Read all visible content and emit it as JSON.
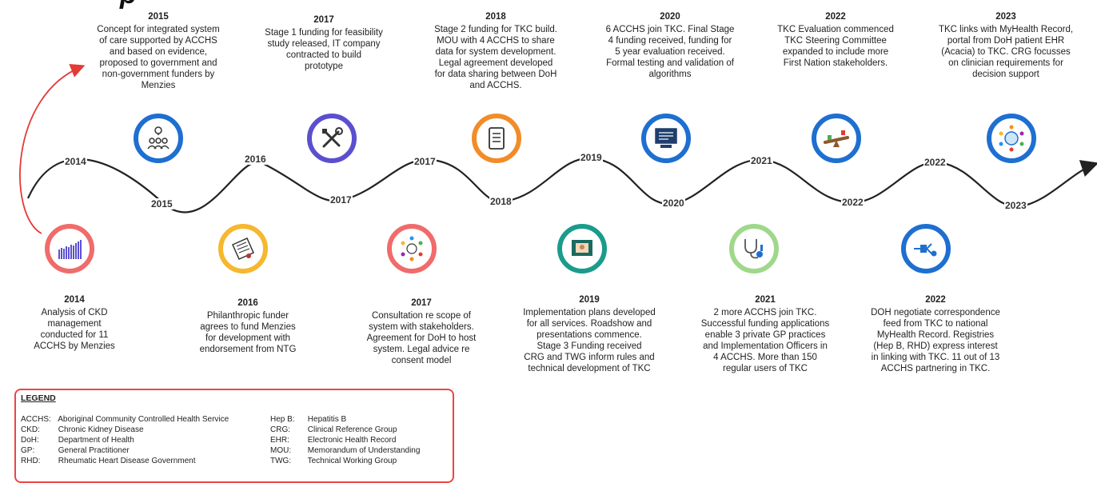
{
  "header_fragment": "p",
  "colors": {
    "wave": "#222222",
    "arrow_red": "#e53935",
    "legend_border": "#e44444"
  },
  "top_events": [
    {
      "year": "2015",
      "text": "Concept for integrated system\nof care supported by ACCHS\nand based on evidence,\nproposed to government and\nnon-government funders by\nMenzies",
      "color": "#1e6fd0",
      "icon": "people-idea-icon"
    },
    {
      "year": "2017",
      "text": "Stage 1 funding for feasibility\nstudy released, IT company\ncontracted to build\nprototype",
      "color": "#5b4fcf",
      "icon": "tools-icon"
    },
    {
      "year": "2018",
      "text": "Stage 2 funding for TKC build.\nMOU with 4 ACCHS to share\ndata for system development.\nLegal agreement developed\nfor data sharing between DoH\nand ACCHS.",
      "color": "#f28c28",
      "icon": "document-checklist-icon"
    },
    {
      "year": "2020",
      "text": "6 ACCHS join TKC.  Final Stage\n4 funding received, funding for\n5 year evaluation received.\nFormal testing and validation of\nalgorithms",
      "color": "#1e6fd0",
      "icon": "computer-screen-icon"
    },
    {
      "year": "2022",
      "text": "TKC Evaluation commenced\nTKC Steering Committee\nexpanded to include more\nFirst Nation stakeholders.",
      "color": "#1e6fd0",
      "icon": "balance-scale-icon"
    },
    {
      "year": "2023",
      "text": "TKC links with MyHealth Record,\nportal from DoH patient EHR\n(Acacia) to TKC. CRG focusses\non clinician requirements for\ndecision support",
      "color": "#1e6fd0",
      "icon": "network-globe-icon"
    }
  ],
  "bottom_events": [
    {
      "year": "2014",
      "text": "Analysis of CKD\nmanagement\nconducted for 11\nACCHS by Menzies",
      "color": "#f06b6b",
      "icon": "bar-chart-icon"
    },
    {
      "year": "2016",
      "text": "Philanthropic funder\nagrees to fund Menzies\nfor development with\nendorsement from NTG",
      "color": "#f5b82e",
      "icon": "signed-document-icon"
    },
    {
      "year": "2017",
      "text": "Consultation re scope of\nsystem with stakeholders.\nAgreement for DoH to host\nsystem. Legal advice re\nconsent model",
      "color": "#f06b6b",
      "icon": "people-circle-icon"
    },
    {
      "year": "2019",
      "text": "Implementation plans developed\nfor all services. Roadshow and\npresentations commence.\nStage 3 Funding received\nCRG and TWG inform rules and\ntechnical development of TKC",
      "color": "#1a9c8c",
      "icon": "presentation-icon"
    },
    {
      "year": "2021",
      "text": "2 more ACCHS join TKC.\nSuccessful funding applications\nenable 3 private GP practices\nand Implementation Officers in\n4 ACCHS. More than 150\nregular users of TKC",
      "color": "#9fd88a",
      "icon": "stethoscope-icon"
    },
    {
      "year": "2022",
      "text": "DOH negotiate correspondence\nfeed from TKC to national\nMyHealth Record. Registries\n(Hep B, RHD) express interest\nin linking with TKC. 11 out of 13\nACCHS partnering in TKC.",
      "color": "#1e6fd0",
      "icon": "data-flow-icon"
    }
  ],
  "wave_labels_upper": [
    "2014",
    "2016",
    "2017",
    "2019",
    "2021",
    "2022"
  ],
  "wave_labels_lower": [
    "2015",
    "2017",
    "2018",
    "2020",
    "2022",
    "2023"
  ],
  "legend": {
    "title": "LEGEND",
    "left": [
      {
        "abbr": "ACCHS:",
        "def": "Aboriginal Community Controlled Health Service"
      },
      {
        "abbr": "CKD:",
        "def": "Chronic Kidney Disease"
      },
      {
        "abbr": "DoH:",
        "def": "Department of Health"
      },
      {
        "abbr": "GP:",
        "def": "General Practitioner"
      },
      {
        "abbr": "RHD:",
        "def": "Rheumatic Heart Disease Government"
      }
    ],
    "right": [
      {
        "abbr": "Hep B:",
        "def": "Hepatitis B"
      },
      {
        "abbr": "CRG:",
        "def": "Clinical Reference Group"
      },
      {
        "abbr": "EHR:",
        "def": "Electronic Health Record"
      },
      {
        "abbr": "MOU:",
        "def": "Memorandum of Understanding"
      },
      {
        "abbr": "TWG:",
        "def": "Technical Working Group"
      }
    ]
  }
}
